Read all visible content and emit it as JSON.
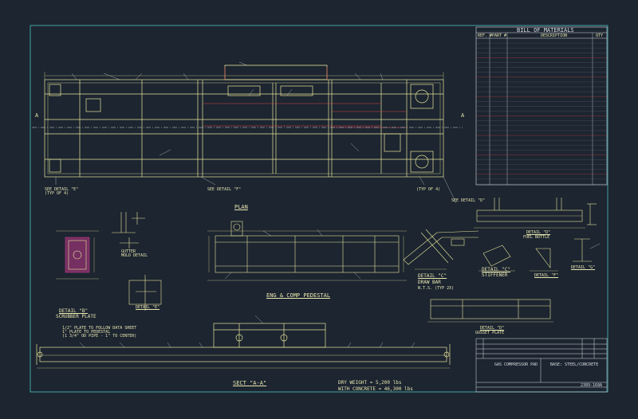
{
  "colors": {
    "background": "#1c2530",
    "frame_line": "#4fc3c3",
    "steel_line": "#e8e59a",
    "text": "#e9e6b0",
    "red_line": "#d94545",
    "magenta_hatch": "#c0398a",
    "white_line": "#d9dde2"
  },
  "bom": {
    "title": "BILL OF MATERIALS",
    "headers": [
      "REF. #",
      "PART #",
      "DESCRIPTION",
      "QTY"
    ]
  },
  "views": {
    "plan": "PLAN",
    "section_aa": "SECT \"A-A\"",
    "eng_comp_pedestal": "ENG & COMP PEDESTAL",
    "detail_c": "DETAIL \"C\"",
    "drawbar": "DRAW BAR",
    "detail_c_scale": "N.T.S. (TYP 2X)",
    "detail_b": "DETAIL \"B\"",
    "scrubber_plate": "SCRUBBER PLATE",
    "detail_c2": "DETAIL \"C\"",
    "stiffener": "STIFFENER",
    "detail_f": "DETAIL \"F\"",
    "gusset_plate": "GUSSET PLATE",
    "detail_d": "DETAIL \"D\"",
    "fuel_bottle": "FUEL BOTTLE",
    "detail_g": "DETAIL \"G\"",
    "detail_e": "DETAIL \"E\"",
    "gutter_mold": "GUTTER\nMOLD DETAIL"
  },
  "marks": {
    "section_a_left": "A",
    "section_a_right": "A",
    "see_detail_e": "SEE DETAIL \"E\"\n(TYP OF 4)",
    "see_detail_f": "SEE DETAIL \"F\"",
    "see_detail_d": "SEE DETAIL \"D\"",
    "typ_of_4": "(TYP OF 4)"
  },
  "notes": {
    "dry_weight": "DRY WEIGHT = 5,200 lbs",
    "with_concrete": "WITH CONCRETE = 46,300 lbs",
    "section_note": "1/2\" PLATE TO FOLLOW DATA SHEET\n1\" PLATE TO PEDESTAL\n(1 3/4\" OD PIPE - 1\" TO CENTER)"
  },
  "title_block": {
    "title": "GAS COMPRESSOR PAD",
    "subtitle": "BASE: STEEL/CONCRETE",
    "drawing_no": "2389-168",
    "rev": "A"
  }
}
